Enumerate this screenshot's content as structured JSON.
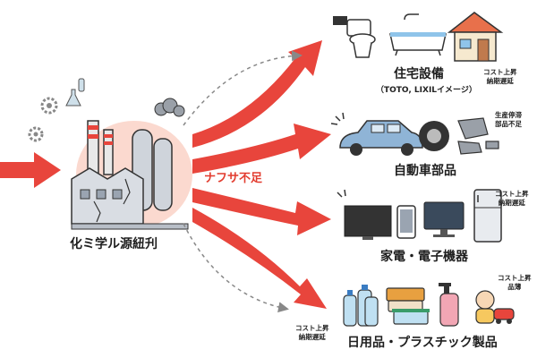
{
  "source_label": "化ミ学ル源紐刋",
  "shortage_label": "ナフサ不足",
  "categories": [
    {
      "id": "housing",
      "title": "住宅設備",
      "subtitle": "（TOTO, LIXILイメージ）",
      "note_lines": [
        "コスト上昇",
        "納期遅延"
      ]
    },
    {
      "id": "auto",
      "title": "自動車部品",
      "subtitle": "",
      "note_lines": [
        "生産停滞",
        "部品不足"
      ]
    },
    {
      "id": "electronics",
      "title": "家電・電子機器",
      "subtitle": "",
      "note_lines": [
        "コスト上昇",
        "納期遅延"
      ]
    },
    {
      "id": "plastics",
      "title": "日用品・プラスチック製品",
      "subtitle": "",
      "note_lines": [
        "コスト上昇",
        "品薄"
      ]
    }
  ],
  "bottom_note_lines": [
    "コスト上昇",
    "納期遅延"
  ],
  "colors": {
    "arrow": "#e8453c",
    "factory_bg": "#fbd9cf",
    "factory_body": "#d9dde3",
    "outline": "#333333"
  }
}
